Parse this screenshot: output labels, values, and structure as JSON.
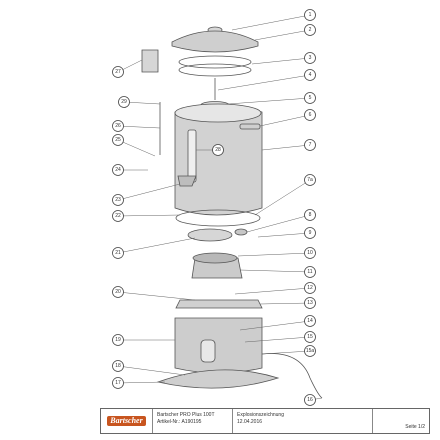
{
  "diagram": {
    "callouts": [
      "1",
      "2",
      "3",
      "4",
      "5",
      "6",
      "7",
      "7a",
      "8",
      "9",
      "10",
      "11",
      "12",
      "13",
      "14",
      "15",
      "15a",
      "16",
      "17",
      "18",
      "19",
      "20",
      "21",
      "22",
      "23",
      "24",
      "25",
      "26",
      "27",
      "28",
      "29"
    ]
  },
  "title_block": {
    "logo_text": "Bartscher",
    "product_name": "Bartscher PRO Plus 100T",
    "article_number": "Artikel-Nr.: A190195",
    "drawing_title": "Explosionszeichnung",
    "drawing_date": "12.04.2016",
    "page": "Seite 1/2"
  }
}
